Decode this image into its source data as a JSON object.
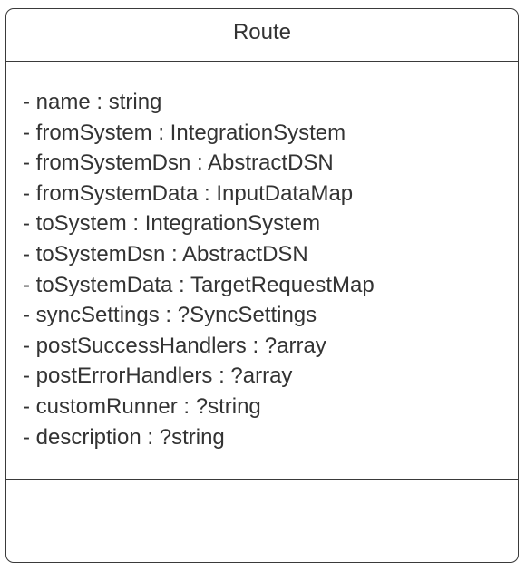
{
  "class": {
    "name": "Route",
    "attributes": [
      "- name : string",
      "- fromSystem : IntegrationSystem",
      "- fromSystemDsn : AbstractDSN",
      "- fromSystemData : InputDataMap",
      "- toSystem : IntegrationSystem",
      "- toSystemDsn : AbstractDSN",
      "- toSystemData : TargetRequestMap",
      "- syncSettings : ?SyncSettings",
      "- postSuccessHandlers : ?array",
      "- postErrorHandlers : ?array",
      "- customRunner : ?string",
      "- description : ?string"
    ],
    "methods": []
  }
}
